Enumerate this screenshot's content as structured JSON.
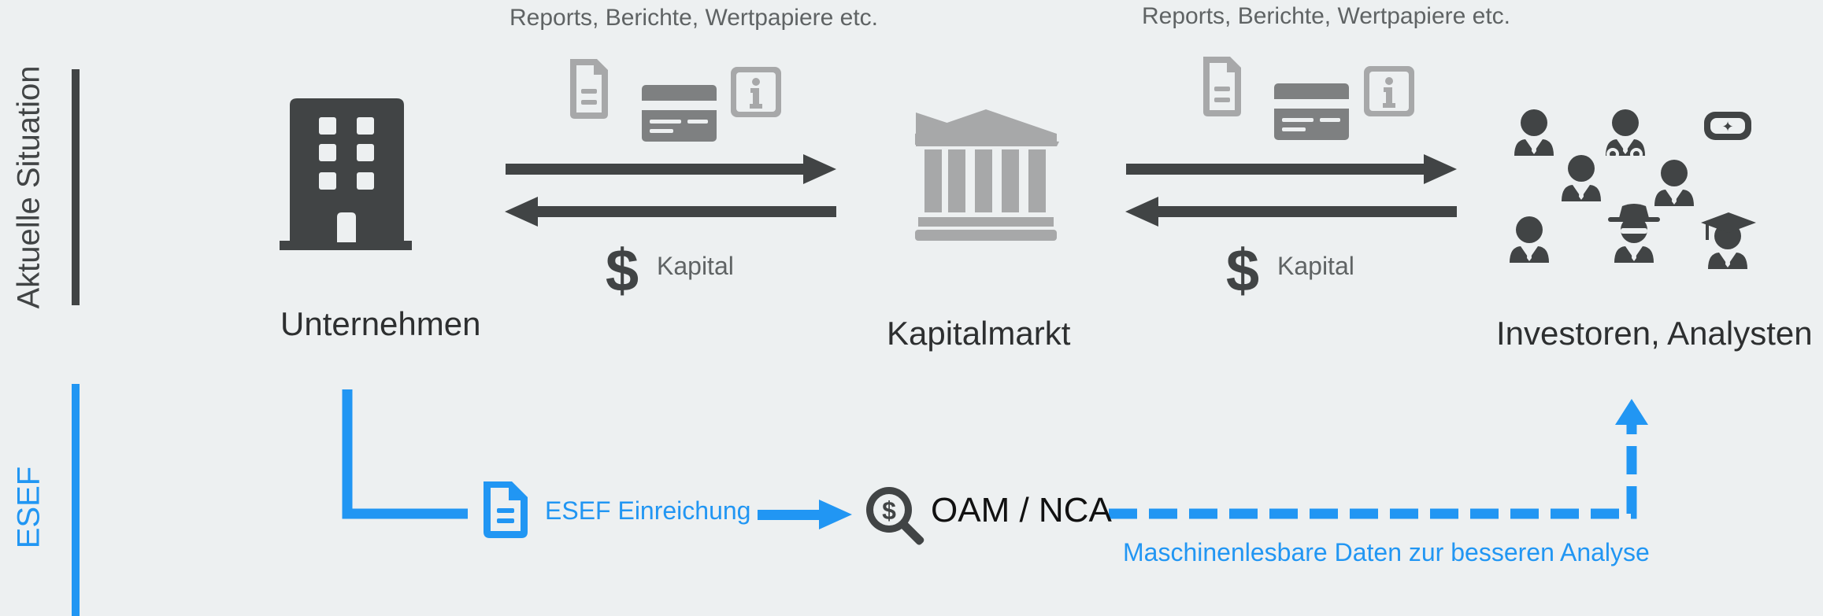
{
  "sections": {
    "current": {
      "label": "Aktuelle Situation"
    },
    "esef": {
      "label": "ESEF"
    }
  },
  "flows": {
    "left": {
      "top_label": "Reports, Berichte, Wertpapiere etc.",
      "bottom_label": "Kapital"
    },
    "right": {
      "top_label": "Reports, Berichte, Wertpapiere etc.",
      "bottom_label": "Kapital"
    }
  },
  "nodes": {
    "company": {
      "label": "Unternehmen",
      "icon": "building-icon"
    },
    "market": {
      "label": "Kapitalmarkt",
      "icon": "bank-icon"
    },
    "investors": {
      "label": "Investoren, Analysten",
      "icon": "people-group-icon"
    }
  },
  "esef_flow": {
    "filing_label": "ESEF Einreichung",
    "authority_label": "OAM / NCA",
    "output_label": "Maschinenlesbare Daten zur besseren Analyse"
  },
  "colors": {
    "background": "#edf0f1",
    "dark": "#414445",
    "gray_icon": "#a7a8a9",
    "accent_blue": "#2196f3",
    "text_gray": "#5f6364"
  }
}
